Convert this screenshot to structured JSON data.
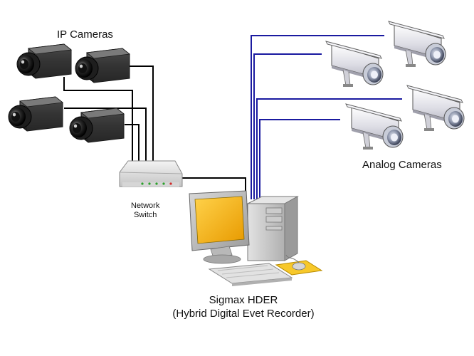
{
  "labels": {
    "ip_cameras": "IP Cameras",
    "analog_cameras": "Analog Cameras",
    "network_switch_line1": "Network",
    "network_switch_line2": "Switch",
    "recorder_name": "Sigmax HDER",
    "recorder_full_name": "(Hybrid Digital Evet Recorder)"
  },
  "colors": {
    "ip_wire": "#000000",
    "analog_wire": "#1a1aa0",
    "camera_body": "#3a3a3a",
    "analog_housing": "#e8e8ee",
    "monitor_screen": "#f5b300",
    "mouse_pad": "#f7c82a"
  },
  "icons": [
    "ip-camera-icon",
    "analog-camera-icon",
    "network-switch-icon",
    "pc-tower-icon",
    "monitor-icon",
    "keyboard-icon",
    "mouse-icon"
  ]
}
